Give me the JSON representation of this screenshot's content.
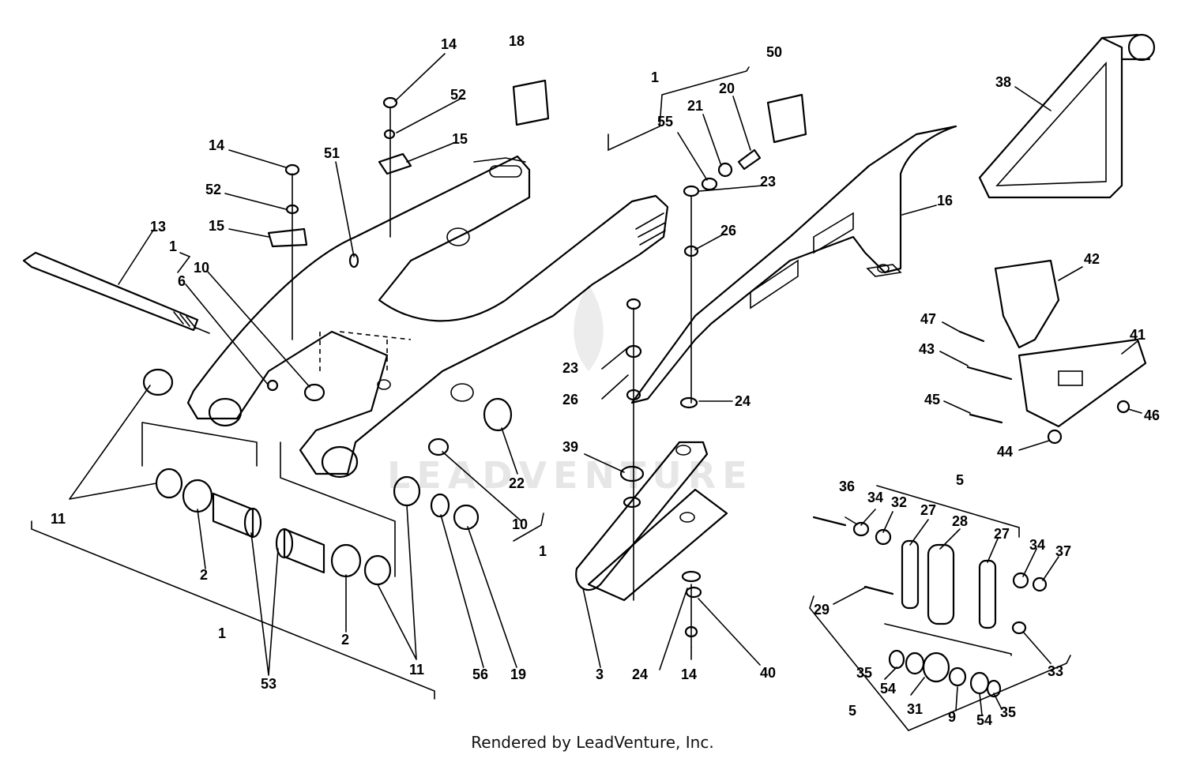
{
  "watermark": "LEADVENTURE",
  "footer": "Rendered by LeadVenture, Inc.",
  "callouts": {
    "c14a": "14",
    "c18": "18",
    "c52a": "52",
    "c15a": "15",
    "c14b": "14",
    "c51": "51",
    "c52b": "52",
    "c15b": "15",
    "c13": "13",
    "c1a": "1",
    "c6": "6",
    "c10a": "10",
    "c1b": "1",
    "c55": "55",
    "c21": "21",
    "c20": "20",
    "c50": "50",
    "c23a": "23",
    "c26a": "26",
    "c16": "16",
    "c38": "38",
    "c42": "42",
    "c47": "47",
    "c41": "41",
    "c43": "43",
    "c45": "45",
    "c46": "46",
    "c44": "44",
    "c23b": "23",
    "c26b": "26",
    "c24a": "24",
    "c39": "39",
    "c22": "22",
    "c10b": "10",
    "c1c": "1",
    "c11a": "11",
    "c2a": "2",
    "c2b": "2",
    "c11b": "11",
    "c1d": "1",
    "c53": "53",
    "c56": "56",
    "c19": "19",
    "c3": "3",
    "c24b": "24",
    "c14c": "14",
    "c40": "40",
    "c5a": "5",
    "c36": "36",
    "c34a": "34",
    "c32": "32",
    "c27a": "27",
    "c28": "28",
    "c27b": "27",
    "c34b": "34",
    "c37": "37",
    "c29": "29",
    "c33": "33",
    "c35a": "35",
    "c54a": "54",
    "c31": "31",
    "c9": "9",
    "c54b": "54",
    "c35b": "35",
    "c5b": "5"
  }
}
